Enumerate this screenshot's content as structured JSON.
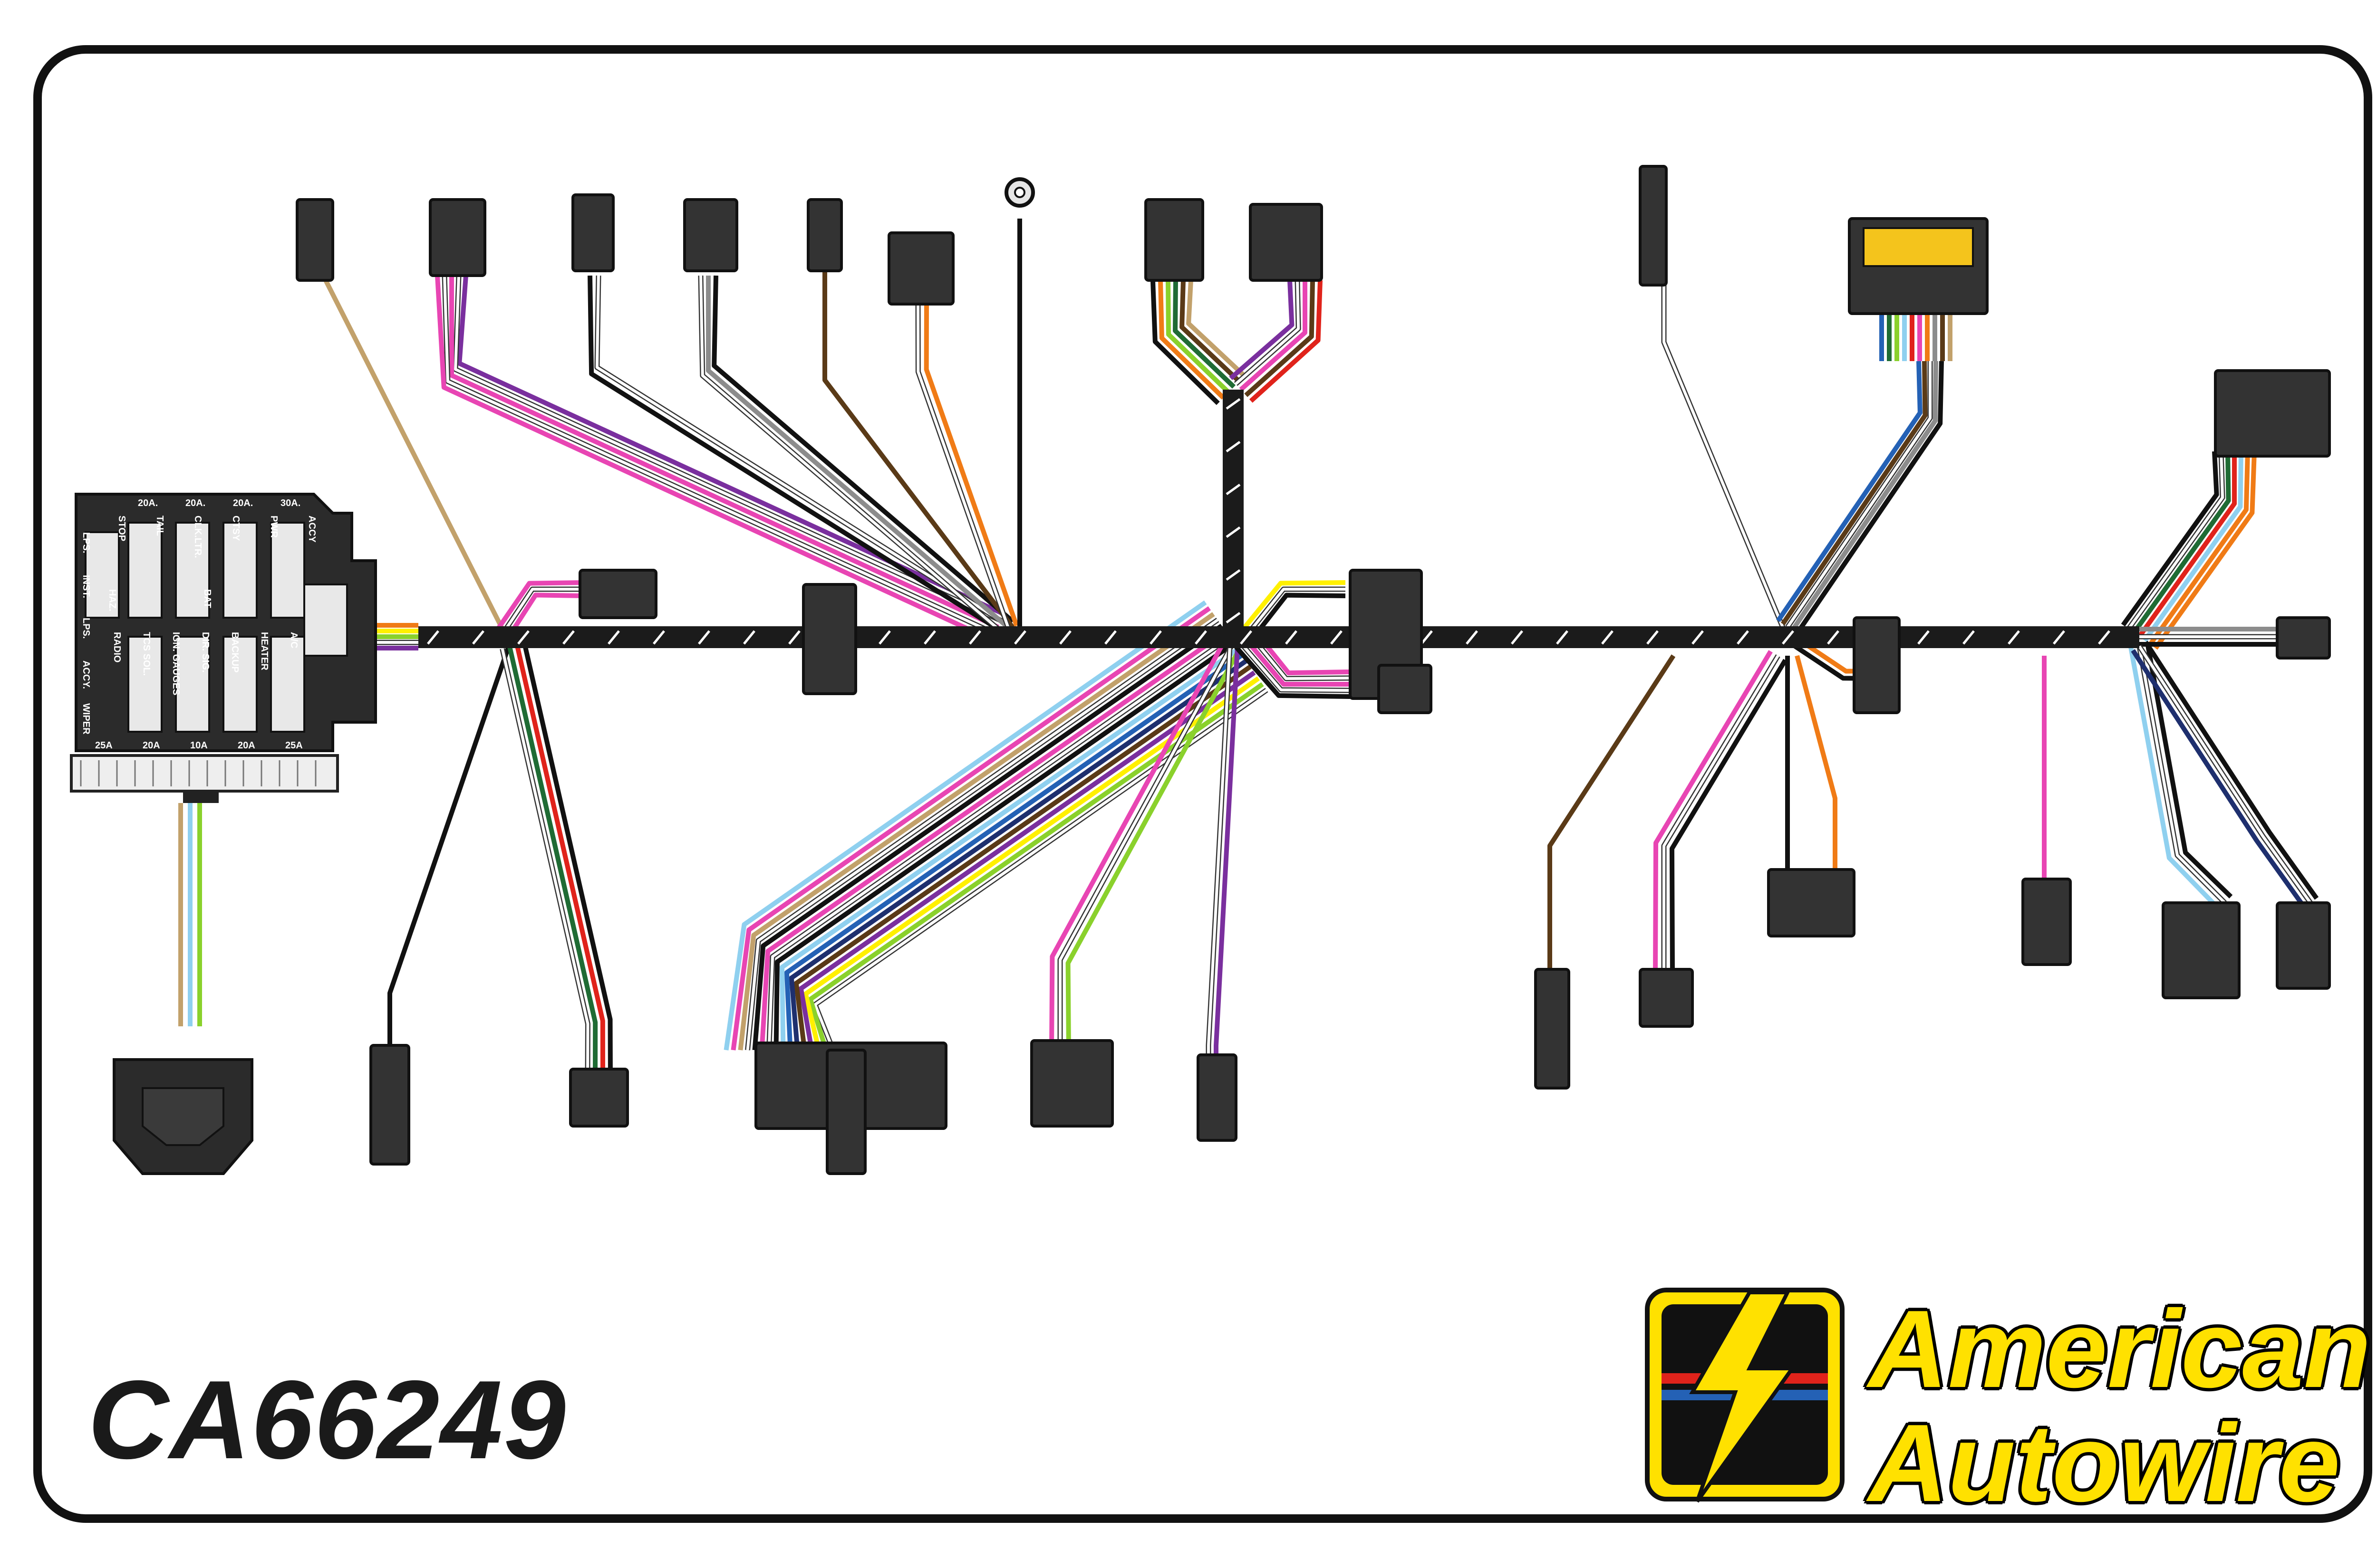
{
  "part_number": "CA66249",
  "brand": {
    "line1": "American",
    "line2": "Autowire"
  },
  "colors": {
    "harness": "#1b1b1b",
    "tape_stripe": "#ffffff",
    "connector": "#333333",
    "connector_light": "#e9e9e9",
    "tan_connector": "#efe9c4",
    "brand_yellow": "#ffe100",
    "brand_red": "#e0231b",
    "brand_blue": "#2461b5"
  },
  "fuse_block": {
    "top_labels": [
      "STOP",
      "TAIL",
      "CLK.LTR.",
      "CTSY",
      "PWR",
      "ACCY"
    ],
    "top_ratings": [
      "20A.",
      "20A.",
      "20A.",
      "30A."
    ],
    "bottom_labels": [
      "RADIO",
      "TCS SOL.",
      "IGN. GAUGES",
      "DIR. SIG.",
      "BACKUP",
      "HEATER",
      "A/C"
    ],
    "bottom_ratings": [
      "25A",
      "20A",
      "10A",
      "20A",
      "25A"
    ],
    "side_labels": [
      "LPS.",
      "INST.",
      "LPS.",
      "ACCY.",
      "WIPER"
    ],
    "misc_labels": [
      "HAZ.",
      "BAT"
    ]
  }
}
